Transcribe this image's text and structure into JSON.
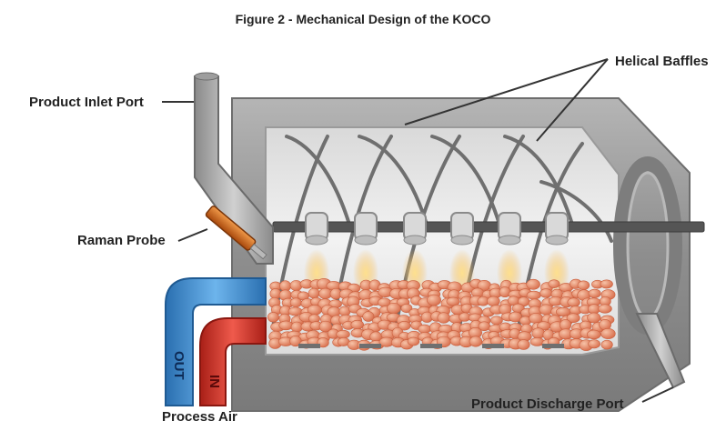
{
  "title": "Figure 2 - Mechanical Design of the KOCO",
  "labels": {
    "helical_baffles": "Helical Baffles",
    "product_inlet_port": "Product Inlet Port",
    "raman_probe": "Raman Probe",
    "process_air": "Process Air",
    "product_discharge_port": "Product Discharge Port"
  },
  "pipe_labels": {
    "out": "OUT",
    "in": "IN"
  },
  "colors": {
    "housing": "#8f8f8f",
    "interior": "#e6e6e6",
    "air_out": "#3f8fd0",
    "air_in": "#d83a30",
    "probe": "#d46a1e",
    "particles": "#e8957a",
    "shaft": "#555555"
  }
}
